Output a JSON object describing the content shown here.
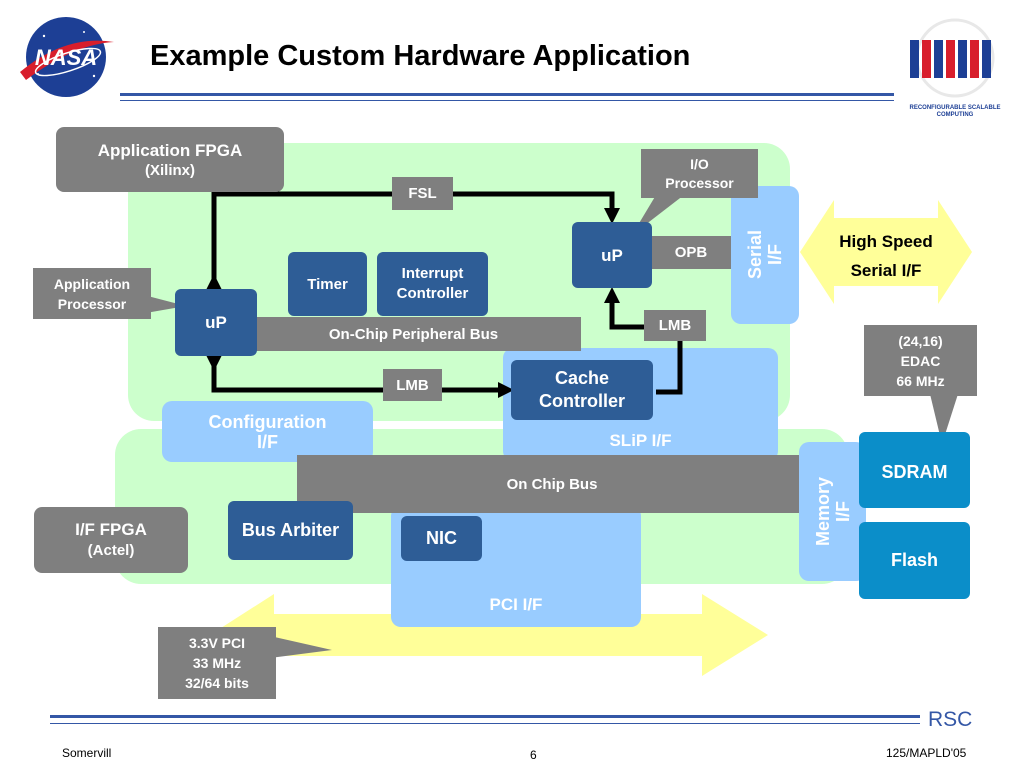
{
  "header": {
    "title": "Example Custom Hardware Application",
    "nasa_logo_text": "NASA",
    "rsc_logo_caption": "RECONFIGURABLE SCALABLE COMPUTING"
  },
  "diagram": {
    "app_fpga": {
      "line1": "Application FPGA",
      "line2": "(Xilinx)"
    },
    "fsl": "FSL",
    "io_processor": {
      "line1": "I/O",
      "line2": "Processor"
    },
    "serial_if": {
      "line1": "Serial",
      "line2": "I/F"
    },
    "high_speed": {
      "line1": "High Speed",
      "line2": "Serial I/F"
    },
    "up_right": "uP",
    "opb": "OPB",
    "timer": "Timer",
    "interrupt_controller": {
      "line1": "Interrupt",
      "line2": "Controller"
    },
    "app_processor": {
      "line1": "Application",
      "line2": "Processor"
    },
    "up_left": "uP",
    "on_chip_peripheral_bus": "On-Chip Peripheral Bus",
    "lmb_right": "LMB",
    "edac": {
      "line1": "(24,16)",
      "line2": "EDAC",
      "line3": "66 MHz"
    },
    "lmb_center": "LMB",
    "cache_controller": {
      "line1": "Cache",
      "line2": "Controller"
    },
    "slip_if": "SLiP I/F",
    "configuration_if": {
      "line1": "Configuration",
      "line2": "I/F"
    },
    "on_chip_bus": "On Chip Bus",
    "memory_if": {
      "line1": "Memory",
      "line2": "I/F"
    },
    "sdram": "SDRAM",
    "flash": "Flash",
    "if_fpga": {
      "line1": "I/F FPGA",
      "line2": "(Actel)"
    },
    "bus_arbiter": "Bus Arbiter",
    "nic": "NIC",
    "pci_if": "PCI I/F",
    "pci_spec": {
      "line1": "3.3V PCI",
      "line2": "33 MHz",
      "line3": "32/64 bits"
    }
  },
  "footer": {
    "rsc_label": "RSC",
    "author": "Somervill",
    "page_number": "6",
    "ref": "125/MAPLD'05"
  },
  "colors": {
    "title_rule": "#3457a6",
    "green_region": "#ccffcc",
    "light_blue": "#99ccff",
    "dark_blue": "#2e5d96",
    "gray": "#7f7f7f",
    "teal": "#0b8ec9",
    "arrow_yellow": "#ffff99"
  }
}
